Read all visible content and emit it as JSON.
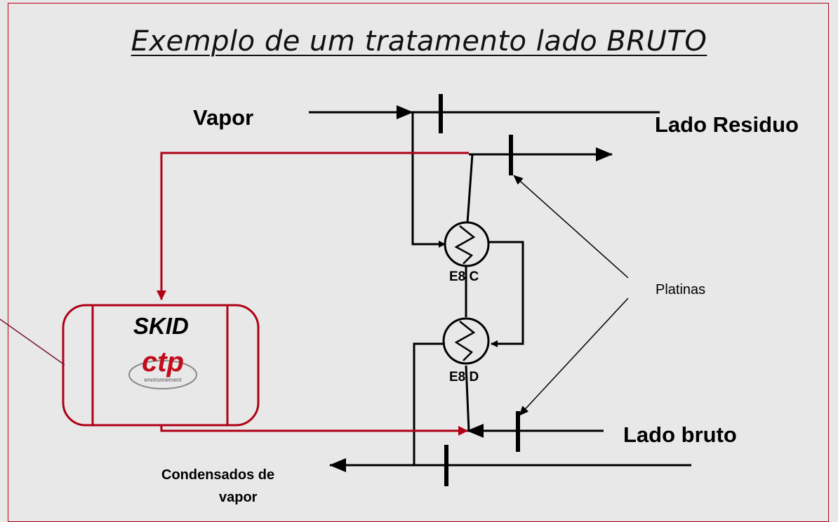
{
  "title": "Exemplo de um tratamento lado BRUTO",
  "labels": {
    "vapor": "Vapor",
    "lado_residuo": "Lado Residuo",
    "lado_bruto": "Lado bruto",
    "condensados_line1": "Condensados de",
    "condensados_line2": "vapor",
    "platinas": "Platinas",
    "exchanger_c": "E8 C",
    "exchanger_d": "E8 D",
    "skid": "SKID",
    "logo_text": "ctp",
    "logo_subtext": "environnement"
  },
  "colors": {
    "background": "#e8e8e8",
    "accent_red": "#b00016",
    "line": "#000000"
  }
}
